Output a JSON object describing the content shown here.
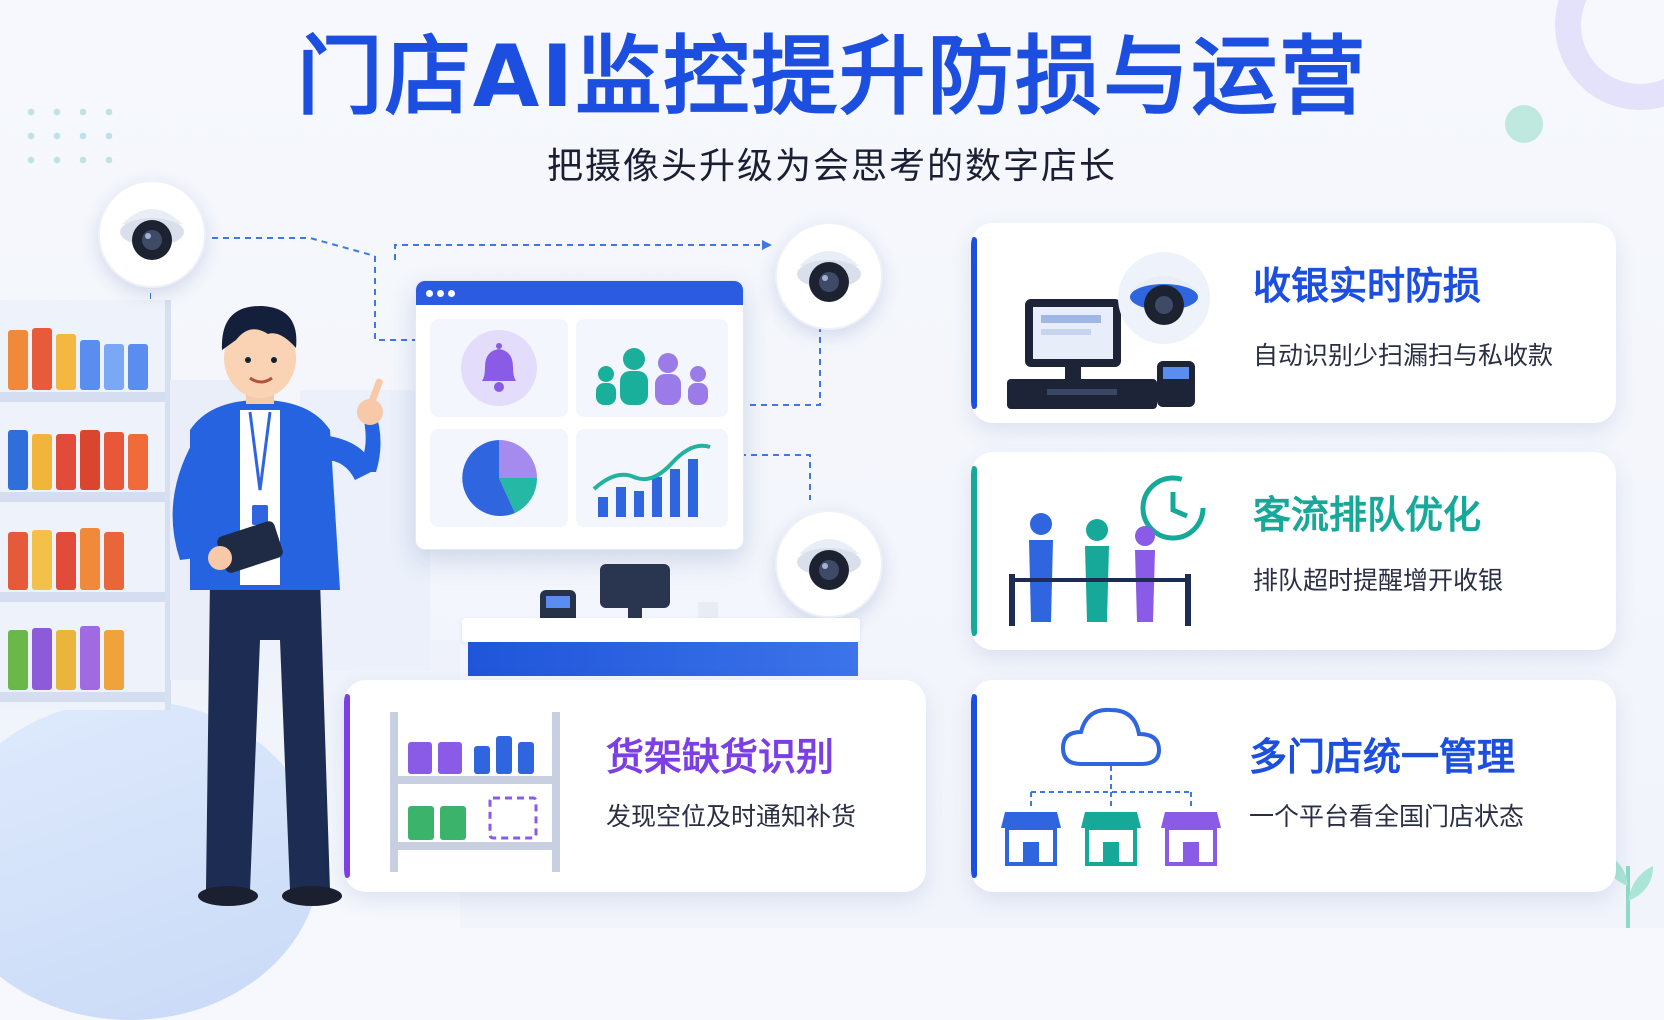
{
  "header": {
    "title": "门店AI监控提升防损与运营",
    "subtitle": "把摄像头升级为会思考的数字店长"
  },
  "features": [
    {
      "title": "收银实时防损",
      "desc": "自动识别少扫漏扫与私收款",
      "color": "#1c4fe0",
      "icon": "cash-register-icon"
    },
    {
      "title": "客流排队优化",
      "desc": "排队超时提醒增开收银",
      "color": "#16a898",
      "icon": "queue-clock-icon"
    },
    {
      "title": "货架缺货识别",
      "desc": "发现空位及时通知补货",
      "color": "#7b3fe4",
      "icon": "shelf-gap-icon"
    },
    {
      "title": "多门店统一管理",
      "desc": "一个平台看全国门店状态",
      "color": "#1c4fe0",
      "icon": "cloud-stores-icon"
    }
  ],
  "colors": {
    "primary": "#1c4fe0",
    "teal": "#16a898",
    "purple": "#7b3fe4",
    "background": "#f4f6fc"
  }
}
